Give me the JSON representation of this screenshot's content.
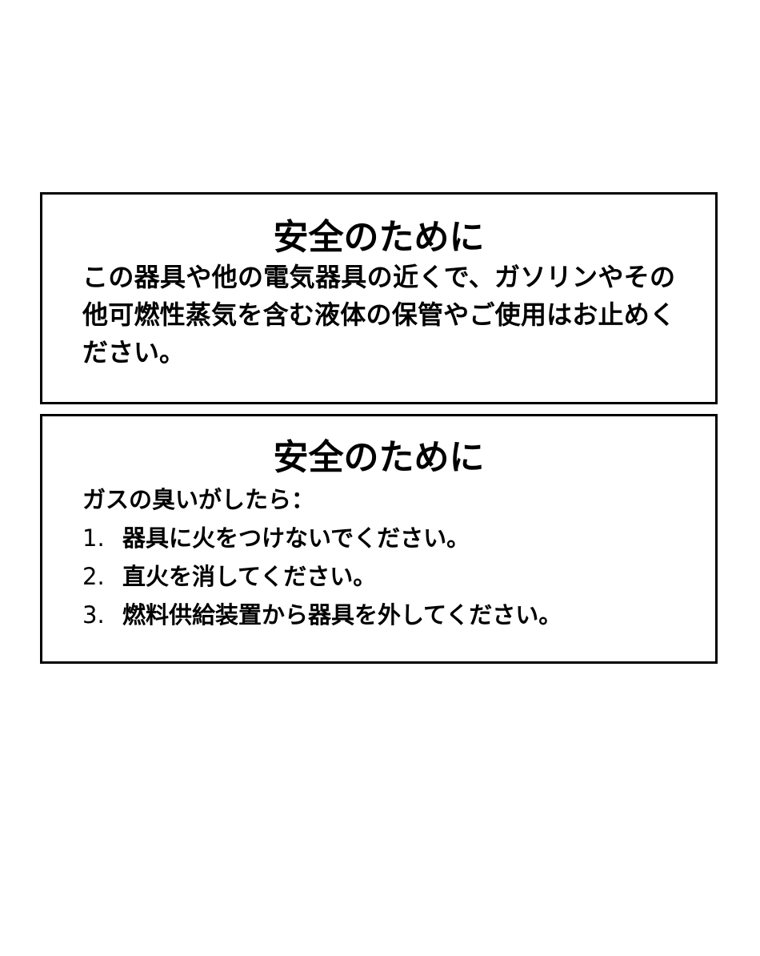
{
  "notices": [
    {
      "title": "安全のために",
      "body": "この器具や他の電気器具の近くで、ガソリンやその他可燃性蒸気を含む液体の保管やご使用はお止めください。"
    },
    {
      "title": "安全のために",
      "intro": "ガスの臭いがしたら：",
      "items": [
        {
          "number": "1.",
          "text": "器具に火をつけないでください。"
        },
        {
          "number": "2.",
          "text": "直火を消してください。"
        },
        {
          "number": "3.",
          "text": "燃料供給装置から器具を外してください。"
        }
      ]
    }
  ]
}
